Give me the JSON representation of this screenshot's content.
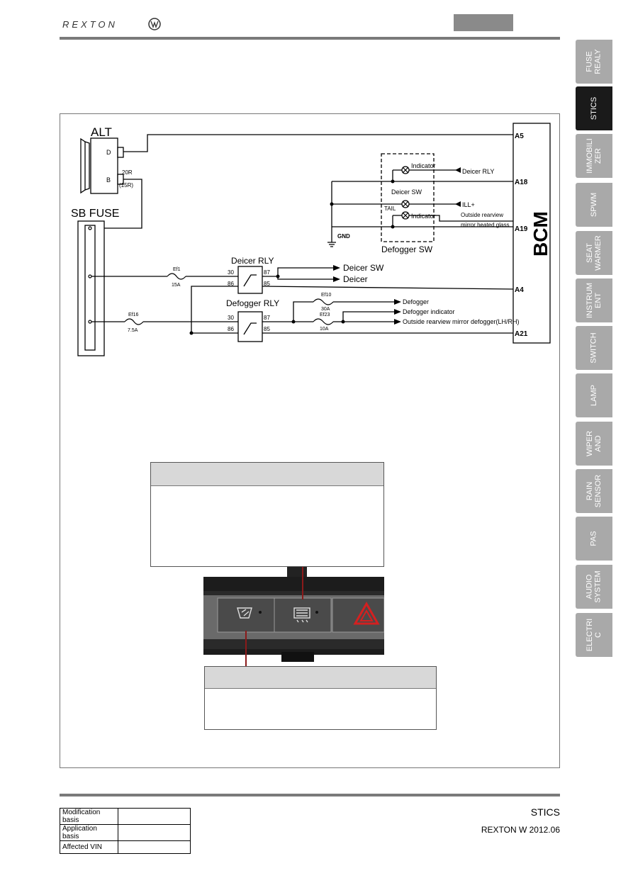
{
  "header": {
    "brand": "REXTON"
  },
  "diagram": {
    "alt_title": "ALT",
    "alt_terminal_d": "D",
    "alt_terminal_b": "B",
    "wire_20r": "20R",
    "wire_15r": "(15R)",
    "sb_fuse": "SB FUSE",
    "bcm": "BCM",
    "pins": {
      "a5": "A5",
      "a18": "A18",
      "a19": "A19",
      "a4": "A4",
      "a21": "A21"
    },
    "indicator": "Indicator",
    "deicer_rly_out": "Deicer RLY",
    "deicer_sw": "Deicer SW",
    "tail": "TAIL",
    "ill": "ILL+",
    "mirror_heated_1": "Outside rearview",
    "mirror_heated_2": "mirror heated glass",
    "gnd": "GND",
    "defogger_sw": "Defogger SW",
    "deicer_relay": "Deicer RLY",
    "defogger_relay": "Defogger RLY",
    "pin30": "30",
    "pin86": "86",
    "pin87": "87",
    "pin85": "85",
    "ef1": "Ef1",
    "ef1_rating": "15A",
    "ef16": "Ef16",
    "ef16_rating": "7.5A",
    "ef10": "Ef10",
    "ef10_rating": "30A",
    "ef23": "Ef23",
    "ef23_rating": "10A",
    "out_deicer_sw": "Deicer SW",
    "out_deicer": "Deicer",
    "out_defogger": "Defogger",
    "out_defogger_indicator": "Defogger indicator",
    "out_mirror_defogger": "Outside rearview mirror defogger(LH/RH)"
  },
  "side_tabs": [
    {
      "label": "FUSE\nREALY",
      "active": false
    },
    {
      "label": "STICS",
      "active": true
    },
    {
      "label": "IMMOBILI\nZER",
      "active": false
    },
    {
      "label": "SPWM",
      "active": false
    },
    {
      "label": "SEAT\nWARMER",
      "active": false
    },
    {
      "label": "INSTRUM\nENT",
      "active": false
    },
    {
      "label": "SWITCH",
      "active": false
    },
    {
      "label": "LAMP",
      "active": false
    },
    {
      "label": "WIPER\nAND",
      "active": false
    },
    {
      "label": "RAIN\nSENSOR",
      "active": false
    },
    {
      "label": "PAS",
      "active": false
    },
    {
      "label": "AUDIO\nSYSTEM",
      "active": false
    },
    {
      "label": "ELECTRI\nC",
      "active": false
    }
  ],
  "footer": {
    "section": "STICS",
    "model": "REXTON W 2012.06",
    "rows": [
      {
        "label": "Modification basis",
        "value": ""
      },
      {
        "label": "Application basis",
        "value": ""
      },
      {
        "label": "Affected VIN",
        "value": ""
      }
    ]
  },
  "colors": {
    "tab": "#a9a9a9",
    "tab_active": "#1a1a1a",
    "rule": "#7a7a7a",
    "hazard": "#d42020"
  }
}
